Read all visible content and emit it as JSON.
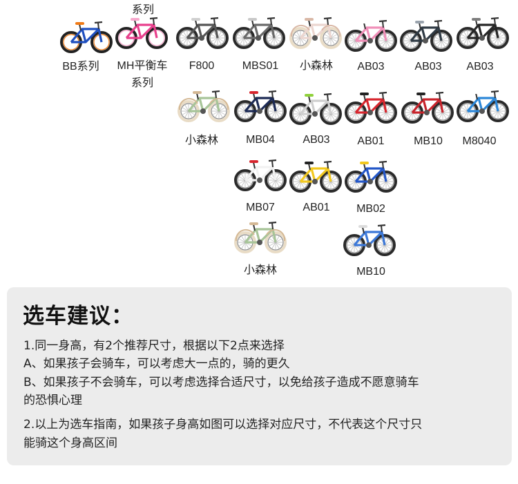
{
  "bikes": {
    "row1": [
      {
        "label": "BB系列",
        "top_label": "",
        "frame_color": "#1f4fbf",
        "accent_color": "#f07a16",
        "wheel_style": "balance"
      },
      {
        "label": "MH平衡车",
        "label2": "系列",
        "top_label": "系列",
        "frame_color": "#e83f8c",
        "accent_color": "#f7a7cc",
        "wheel_style": "balance"
      },
      {
        "label": "F800",
        "top_label": "",
        "frame_color": "#555555",
        "accent_color": "#cfcfcf",
        "wheel_style": "bmx"
      },
      {
        "label": "MBS01",
        "top_label": "",
        "frame_color": "#6a6a6a",
        "accent_color": "#c8c8c8",
        "wheel_style": "bmx"
      },
      {
        "label": "小森林",
        "top_label": "",
        "frame_color": "#ecd6d0",
        "accent_color": "#d9b8a6",
        "wheel_style": "city"
      },
      {
        "label": "AB03",
        "top_label": "",
        "frame_color": "#f08fb8",
        "accent_color": "#ffffff",
        "wheel_style": "mtb"
      },
      {
        "label": "AB03",
        "top_label": "",
        "frame_color": "#2f3a44",
        "accent_color": "#9aa3ad",
        "wheel_style": "mtb"
      },
      {
        "label": "AB03",
        "top_label": "",
        "frame_color": "#262626",
        "accent_color": "#7d7d7d",
        "wheel_style": "mtb"
      }
    ],
    "row2": [
      {
        "label": "小森林",
        "frame_color": "#a7c498",
        "accent_color": "#d4b894",
        "wheel_style": "city"
      },
      {
        "label": "MB04",
        "frame_color": "#1c2a55",
        "accent_color": "#d8262e",
        "wheel_style": "bmx"
      },
      {
        "label": "AB03",
        "frame_color": "#cfcfcf",
        "accent_color": "#8fd13a",
        "wheel_style": "mtb"
      },
      {
        "label": "AB01",
        "frame_color": "#d8262e",
        "accent_color": "#222222",
        "wheel_style": "mtb"
      },
      {
        "label": "MB10",
        "frame_color": "#c8232b",
        "accent_color": "#222222",
        "wheel_style": "mtb"
      },
      {
        "label": "M8040",
        "frame_color": "#2c87d8",
        "accent_color": "#ffffff",
        "wheel_style": "mtb"
      }
    ],
    "row3": [
      {
        "label": "MB07",
        "frame_color": "#f2f2f2",
        "accent_color": "#d8262e",
        "wheel_style": "mtb"
      },
      {
        "label": "AB01",
        "frame_color": "#f2c81e",
        "accent_color": "#222222",
        "wheel_style": "mtb"
      },
      {
        "label": "MB02",
        "frame_color": "#2457c8",
        "accent_color": "#f2c81e",
        "wheel_style": "mtb"
      }
    ],
    "row4": [
      {
        "label": "小森林",
        "frame_color": "#a7c498",
        "accent_color": "#d4b894",
        "wheel_style": "city"
      },
      {
        "label": "MB10",
        "frame_color": "#3c78d8",
        "accent_color": "#dcdcdc",
        "wheel_style": "mtb"
      }
    ]
  },
  "advice": {
    "title": "选车建议：",
    "line1": "1.同一身高，有2个推荐尺寸，根据以下2点来选择",
    "line2": "A、如果孩子会骑车，可以考虑大一点的，骑的更久",
    "line3": "B、如果孩子不会骑车，可以考虑选择合适尺寸，以免给孩子造成不愿意骑车",
    "line4": "的恐惧心理",
    "line5": "2.以上为选车指南，如果孩子身高如图可以选择对应尺寸，不代表这个尺寸只",
    "line6": "能骑这个身高区间"
  },
  "colors": {
    "panel_bg": "#ececec",
    "text": "#222222"
  }
}
